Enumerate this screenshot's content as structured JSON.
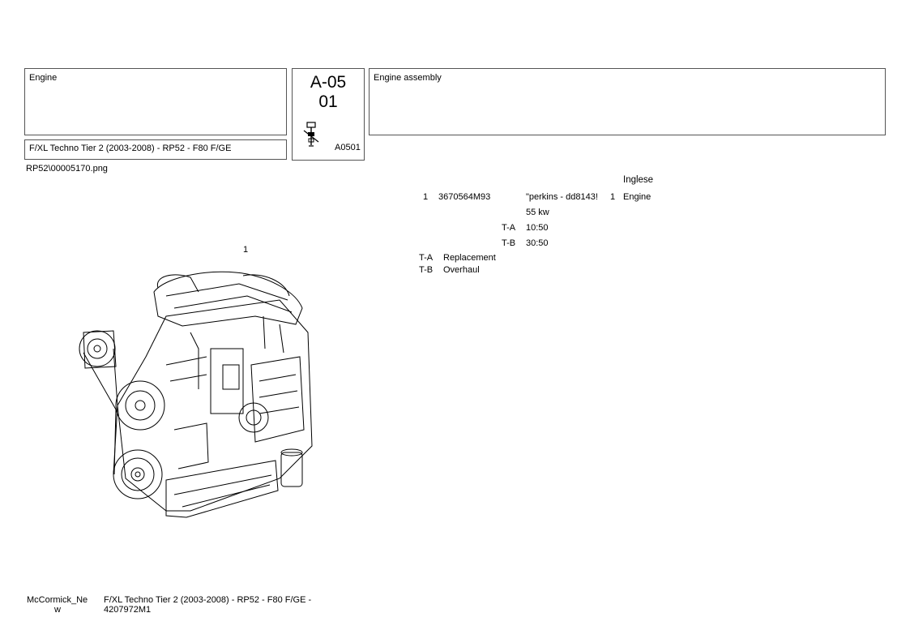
{
  "header": {
    "group_title": "Engine",
    "model_line": "F/XL Techno Tier 2 (2003-2008) - RP52 - F80 F/GE",
    "code_line1": "A-05",
    "code_line2": "01",
    "code_small": "A0501",
    "description": "Engine assembly"
  },
  "image_path": "RP52\\00005170.png",
  "diagram": {
    "callout": "1",
    "icon": "valve-tool-icon"
  },
  "parts": {
    "language_header": "Inglese",
    "rows": [
      {
        "pos": "1",
        "part_no": "3670564M93",
        "desc": "\"perkins - dd8143!",
        "qty": "1",
        "name": "Engine"
      }
    ],
    "extra_desc": "55 kw",
    "times": [
      {
        "code": "T-A",
        "value": "10:50"
      },
      {
        "code": "T-B",
        "value": "30:50"
      }
    ],
    "legend": [
      {
        "code": "T-A",
        "label": "Replacement"
      },
      {
        "code": "T-B",
        "label": "Overhaul"
      }
    ]
  },
  "footer": {
    "brand_line1": "McCormick_Ne",
    "brand_line2": "w",
    "model_line1": "F/XL Techno Tier 2 (2003-2008) - RP52 - F80 F/GE -",
    "model_line2": "4207972M1"
  }
}
